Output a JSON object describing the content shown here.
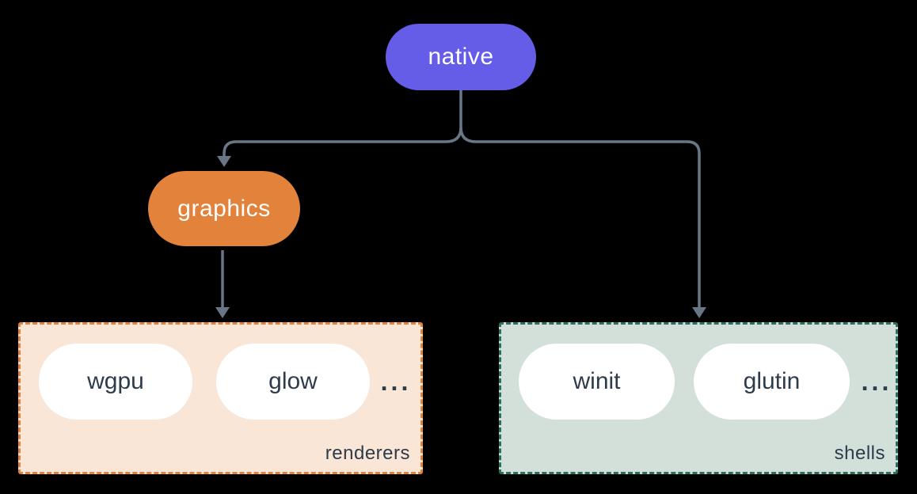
{
  "background_color": "#000000",
  "diagram": {
    "nodes": [
      {
        "id": "native",
        "label": "native",
        "fill": "#655CE8",
        "text_color": "#FFFFFF"
      },
      {
        "id": "graphics",
        "label": "graphics",
        "fill": "#E2823B",
        "text_color": "#FFFFFF"
      }
    ],
    "groups": [
      {
        "id": "renderers",
        "label": "renderers",
        "items": [
          "wgpu",
          "glow"
        ],
        "ellipsis": "...",
        "fill": "#FAE6D6",
        "border_color": "#E2823B",
        "border_style": "dashed"
      },
      {
        "id": "shells",
        "label": "shells",
        "items": [
          "winit",
          "glutin"
        ],
        "ellipsis": "...",
        "fill": "#D3E0DA",
        "border_color": "#2B6F60",
        "border_style": "dashed"
      }
    ],
    "edges": [
      {
        "from": "native",
        "to": "graphics",
        "style": "arrow"
      },
      {
        "from": "native",
        "to": "shells",
        "style": "arrow"
      },
      {
        "from": "graphics",
        "to": "renderers",
        "style": "arrow"
      }
    ],
    "edge_color": "#697687",
    "item_text_color": "#2D3B4A"
  }
}
